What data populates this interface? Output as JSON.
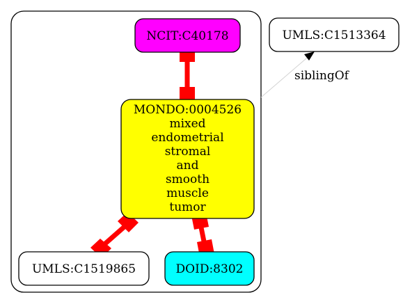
{
  "nodes": {
    "ncit": {
      "label": "NCIT:C40178",
      "fill": "#ff00ff"
    },
    "mondo": {
      "lines": [
        "MONDO:0004526",
        "mixed",
        "endometrial",
        "stromal",
        "and",
        "smooth",
        "muscle",
        "tumor"
      ],
      "fill": "#ffff00"
    },
    "umls_c1519865": {
      "label": "UMLS:C1519865",
      "fill": "#ffffff"
    },
    "doid": {
      "label": "DOID:8302",
      "fill": "#00ffff"
    },
    "umls_c1513364": {
      "label": "UMLS:C1513364",
      "fill": "#ffffff"
    }
  },
  "edges": {
    "sibling": {
      "label": "siblingOf"
    }
  },
  "colors": {
    "equivalence_edge": "#ff0000",
    "sibling_edge": "#d3d3d3",
    "stroke": "#000000"
  }
}
